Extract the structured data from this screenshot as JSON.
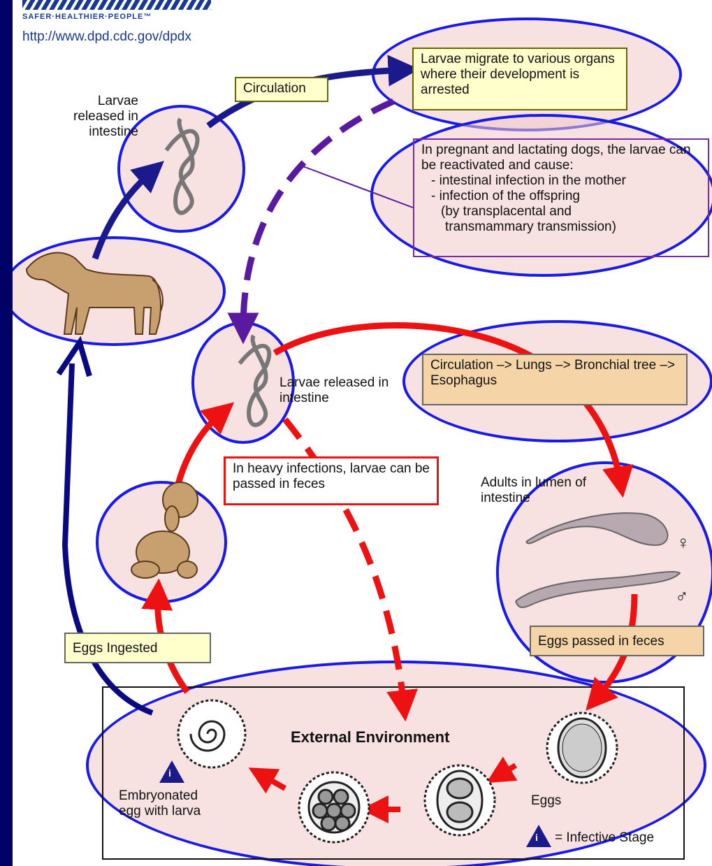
{
  "header": {
    "tagline": "SAFER·HEALTHIER·PEOPLE™",
    "url": "http://www.dpd.cdc.gov/dpdx"
  },
  "labels": {
    "larvae_released_top": "Larvae released in intestine",
    "circulation": "Circulation",
    "larvae_migrate": "Larvae migrate to various organs where their development is arrested",
    "pregnant_intro": "In pregnant and lactating dogs, the larvae can be reactivated and cause:",
    "pregnant_item1": "- intestinal infection in the mother",
    "pregnant_item2": "- infection of the offspring",
    "pregnant_item3": "(by transplacental and",
    "pregnant_item4": "transmammary transmission)",
    "larvae_released_mid": "Larvae released in intestine",
    "circulation_lungs": "Circulation –> Lungs –> Bronchial tree –> Esophagus",
    "heavy_infections": "In heavy infections, larvae can be passed in feces",
    "adults_lumen": "Adults in lumen of intestine",
    "female_symbol": "♀",
    "male_symbol": "♂",
    "eggs_ingested": "Eggs Ingested",
    "eggs_passed": "Eggs passed in feces",
    "external_environment": "External Environment",
    "embryonated_egg": "Embryonated egg with larva",
    "eggs": "Eggs",
    "infective_stage": "= Infective Stage",
    "info_symbol": "i"
  },
  "colors": {
    "frame": "#000066",
    "oval_border": "#1a1ae6",
    "oval_fill": "#f0c8c8",
    "arrow_red": "#ee1111",
    "arrow_blue": "#1a1a8c",
    "arrow_purple": "#5a1aa0",
    "box_yellow": "#ffffcc",
    "box_tan": "#f5d5a8"
  }
}
